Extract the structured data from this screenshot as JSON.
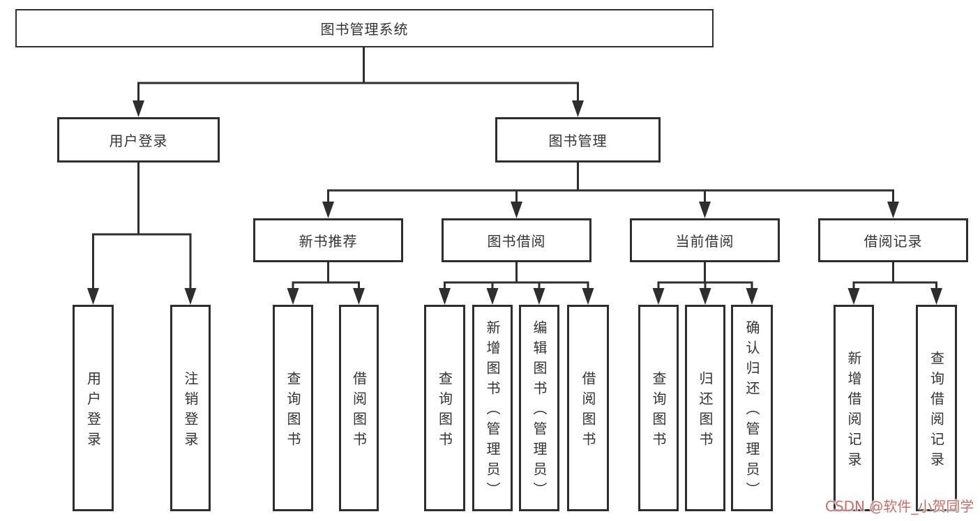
{
  "colors": {
    "line": "#2e2e2e",
    "text": "#333333",
    "background": "#ffffff",
    "watermark": "#cd6c66"
  },
  "watermark": {
    "text": "CSDN @软件_小贺同学"
  },
  "tree": {
    "label": "图书管理系统",
    "children": [
      {
        "label": "用户登录",
        "children": [
          {
            "label": "用户登录"
          },
          {
            "label": "注销登录"
          }
        ]
      },
      {
        "label": "图书管理",
        "children": [
          {
            "label": "新书推荐",
            "children": [
              {
                "label": "查询图书"
              },
              {
                "label": "借阅图书"
              }
            ]
          },
          {
            "label": "图书借阅",
            "children": [
              {
                "label": "查询图书"
              },
              {
                "label": "新增图书（管理员）"
              },
              {
                "label": "编辑图书（管理员）"
              },
              {
                "label": "借阅图书"
              }
            ]
          },
          {
            "label": "当前借阅",
            "children": [
              {
                "label": "查询图书"
              },
              {
                "label": "归还图书"
              },
              {
                "label": "确认归还（管理员）"
              }
            ]
          },
          {
            "label": "借阅记录",
            "children": [
              {
                "label": "新增借阅记录"
              },
              {
                "label": "查询借阅记录"
              }
            ]
          }
        ]
      }
    ]
  }
}
